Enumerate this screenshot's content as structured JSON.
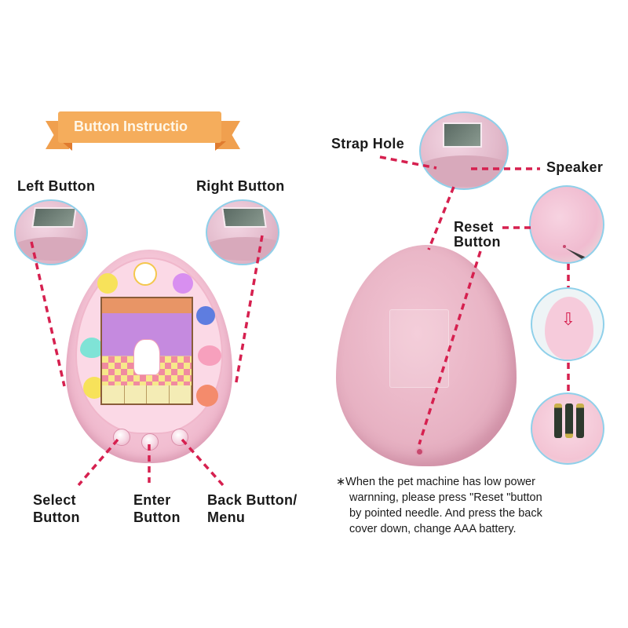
{
  "banner": {
    "title": "Button Instructio",
    "color": "#f5ad5c"
  },
  "left_panel": {
    "labels": {
      "left_button": "Left Button",
      "right_button": "Right Button",
      "select_line1": "Select",
      "select_line2": "Button",
      "enter_line1": "Enter",
      "enter_line2": "Button",
      "back_line1": "Back Button/",
      "back_line2": "Menu"
    }
  },
  "right_panel": {
    "labels": {
      "strap_hole": "Strap Hole",
      "speaker": "Speaker",
      "reset_line1": "Reset",
      "reset_line2": "Button"
    },
    "note": {
      "bullet": "∗",
      "lines": [
        "When the pet machine has low power",
        "warnning,   please press \"Reset \"button",
        "by pointed needle. And press the back",
        "cover down, change AAA battery."
      ]
    }
  },
  "colors": {
    "leader_line": "#d6204f",
    "circle_border": "#8fd0ea",
    "device_pink": "#f2bfd2"
  }
}
